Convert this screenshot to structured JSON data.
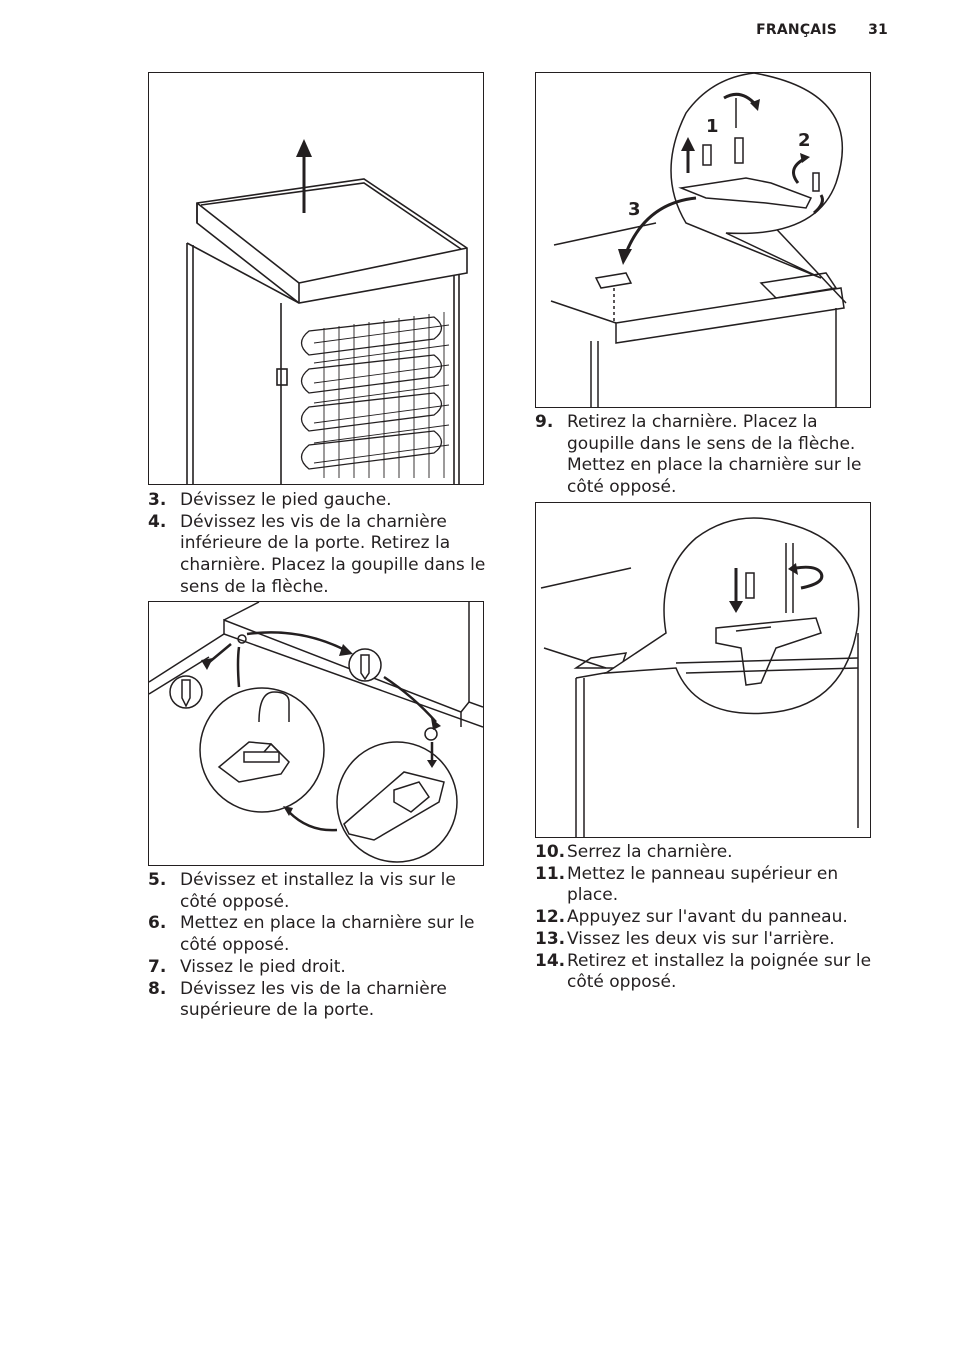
{
  "header": {
    "language": "FRANÇAIS",
    "page_number": "31"
  },
  "figures": {
    "fig1_label": "",
    "fig2_label": "",
    "fig3_label": "",
    "fig4_label": "",
    "fig3_callouts": [
      "1",
      "2",
      "3"
    ]
  },
  "steps_group_a": [
    {
      "num": "3.",
      "text": "Dévissez le pied gauche."
    },
    {
      "num": "4.",
      "text": "Dévissez les vis de la charnière inférieure de la porte. Retirez la charnière. Placez la goupille dans le sens de la flèche."
    }
  ],
  "steps_group_b": [
    {
      "num": "5.",
      "text": "Dévissez et installez la vis sur le côté opposé."
    },
    {
      "num": "6.",
      "text": "Mettez en place la charnière sur le côté opposé."
    },
    {
      "num": "7.",
      "text": "Vissez le pied droit."
    },
    {
      "num": "8.",
      "text": "Dévissez les vis de la charnière supérieure de la porte."
    }
  ],
  "steps_group_c": [
    {
      "num": "9.",
      "text": "Retirez la charnière. Placez la goupille dans le sens de la flèche. Mettez en place la charnière sur le côté opposé."
    }
  ],
  "steps_group_d": [
    {
      "num": "10.",
      "text": "Serrez la charnière."
    },
    {
      "num": "11.",
      "text": "Mettez le panneau supérieur en place."
    },
    {
      "num": "12.",
      "text": "Appuyez sur l'avant du panneau."
    },
    {
      "num": "13.",
      "text": "Vissez les deux vis sur l'arrière."
    },
    {
      "num": "14.",
      "text": "Retirez et installez la poignée sur le côté opposé."
    }
  ]
}
